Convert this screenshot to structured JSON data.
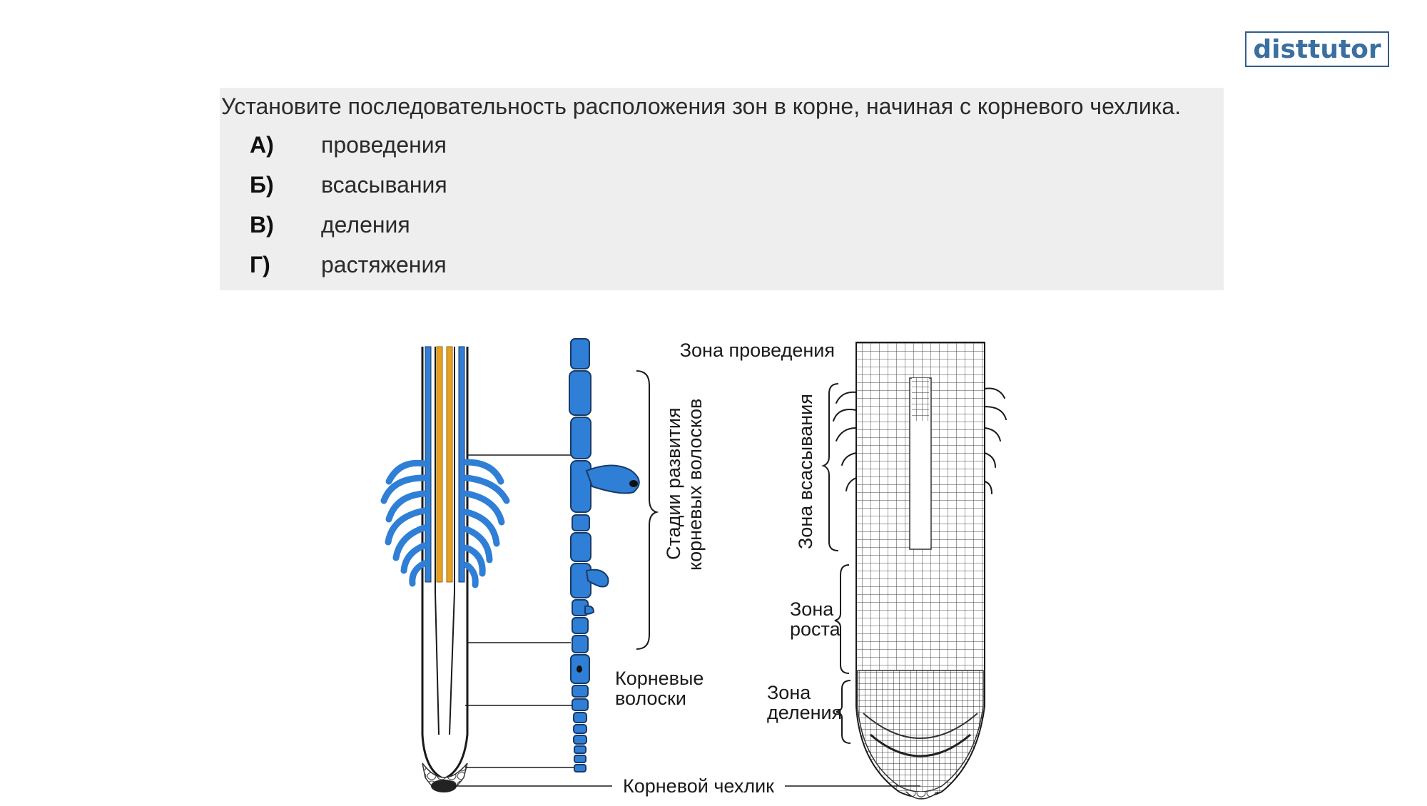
{
  "logo": {
    "text": "disttutor"
  },
  "question": {
    "text": "Установите последовательность расположения зон в корне, начиная с корневого чехлика.",
    "options": [
      {
        "letter": "А)",
        "label": "проведения"
      },
      {
        "letter": "Б)",
        "label": "всасывания"
      },
      {
        "letter": "В)",
        "label": "деления"
      },
      {
        "letter": "Г)",
        "label": "растяжения"
      }
    ]
  },
  "figure": {
    "labels": {
      "conduction_zone": "Зона проведения",
      "absorption_zone": "Зона всасывания",
      "hair_stages_line1": "Стадии развития",
      "hair_stages_line2": "корневых волосков",
      "growth_zone_line1": "Зона",
      "growth_zone_line2": "роста",
      "division_zone_line1": "Зона",
      "division_zone_line2": "деления",
      "root_hairs_line1": "Корневые",
      "root_hairs_line2": "волоски",
      "root_cap": "Корневой чехлик"
    },
    "colors": {
      "tissue_blue": "#2f7fd6",
      "vessel_orange": "#e8a020",
      "line": "#1a1a1a"
    }
  }
}
